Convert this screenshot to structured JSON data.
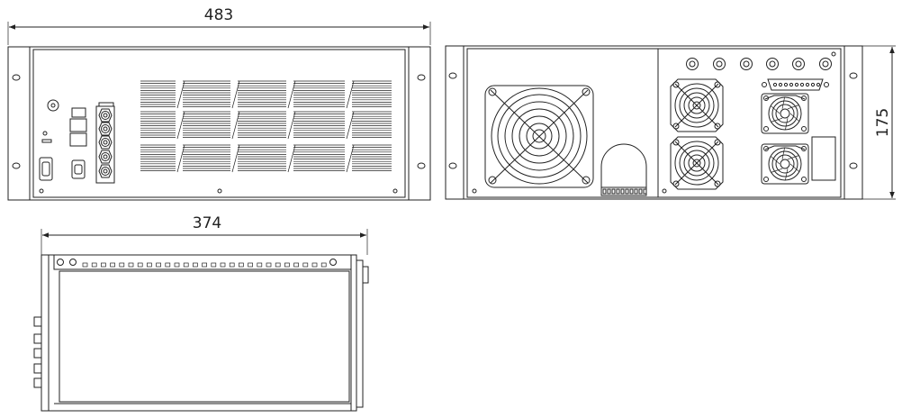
{
  "dimensions": {
    "width_front": "483",
    "depth_side": "374",
    "height_rear": "175"
  },
  "views": {
    "front_panel": {
      "led_label": "",
      "port_labels": []
    },
    "rear_panel": {},
    "side_view": {}
  }
}
